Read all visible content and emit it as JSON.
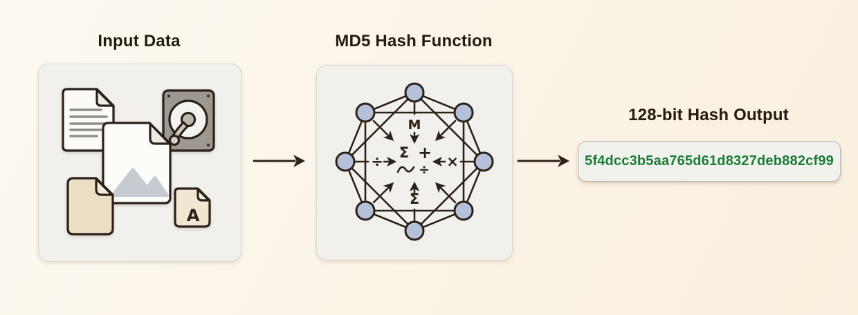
{
  "canvas": {
    "background_start": "#fdfaf3",
    "background_end": "#f9efdd"
  },
  "input_section": {
    "title": "Input Data",
    "icons": [
      {
        "name": "text-document-icon"
      },
      {
        "name": "hard-drive-icon"
      },
      {
        "name": "image-file-icon"
      },
      {
        "name": "blank-file-icon"
      },
      {
        "name": "letter-file-icon",
        "letter": "A"
      }
    ]
  },
  "process_section": {
    "title": "MD5 Hash Function",
    "node_count": 8,
    "colors": {
      "node_fill": "#b5c0db",
      "line": "#2b2118",
      "panel_bg": "#f1f0ed"
    },
    "symbols": {
      "message": "M",
      "sum_upper": "Σ",
      "plus": "+",
      "divide_side": "÷",
      "multiply": "×",
      "divide_center": "÷",
      "sum_lower": "Σ",
      "sine_icon": "sine-wave-symbol"
    }
  },
  "output_section": {
    "title": "128-bit Hash Output",
    "hash_value": "5f4dcc3b5aa765d61d8327deb882cf99",
    "hash_color": "#1b7d33"
  }
}
